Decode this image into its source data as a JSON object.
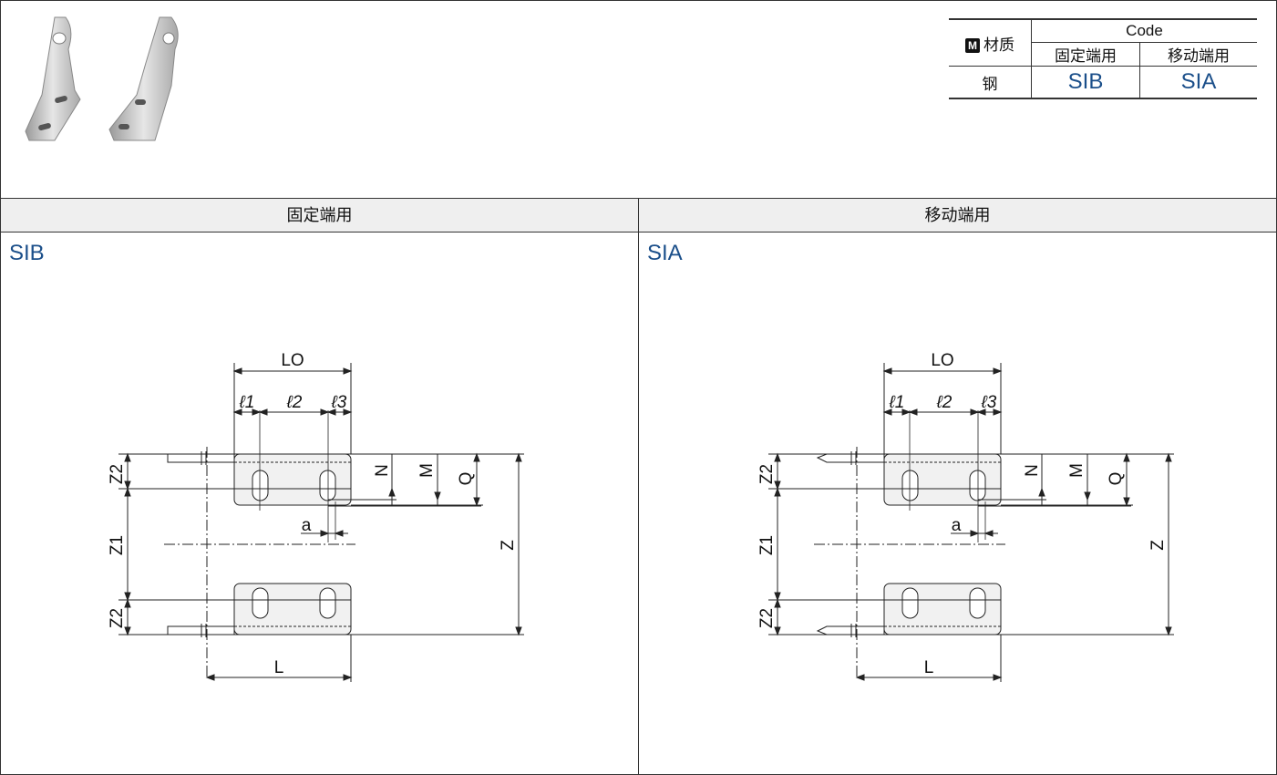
{
  "table": {
    "material_header": "材质",
    "code_header": "Code",
    "fixed_end": "固定端用",
    "moving_end": "移动端用",
    "material": "钢",
    "fixed_code": "SIB",
    "moving_code": "SIA"
  },
  "panels": {
    "left": {
      "title": "固定端用",
      "code": "SIB"
    },
    "right": {
      "title": "移动端用",
      "code": "SIA"
    }
  },
  "dims": {
    "LO": "LO",
    "l1": "ℓ1",
    "l2": "ℓ2",
    "l3": "ℓ3",
    "N": "N",
    "M": "M",
    "Q": "Q",
    "a": "a",
    "Z1": "Z1",
    "Z2": "Z2",
    "Z": "Z",
    "L": "L"
  },
  "badge": "M"
}
